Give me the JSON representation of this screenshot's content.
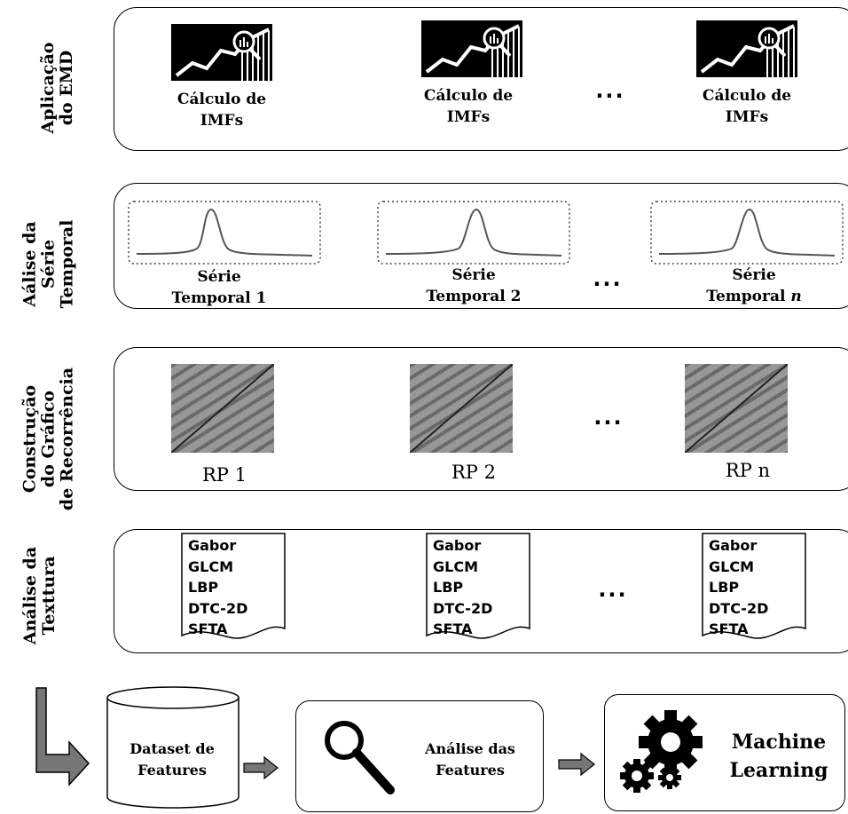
{
  "stages": {
    "emd": {
      "label": "Aplicação\ndo EMD",
      "items": [
        "Cálculo de\nIMFs",
        "Cálculo de\nIMFs",
        "Cálculo de\nIMFs"
      ],
      "ellipsis": "..."
    },
    "series": {
      "label": "Aálise da\nSérie\nTemporal",
      "items": [
        {
          "line1": "Série",
          "line2": "Temporal 1"
        },
        {
          "line1": "Série",
          "line2": "Temporal 2"
        },
        {
          "line1": "Série",
          "line2": "Temporal ",
          "line2_italic": "n"
        }
      ],
      "ellipsis": "..."
    },
    "recurrence": {
      "label": "Construção\ndo Gráfico\nde Recorrência",
      "items": [
        "RP 1",
        "RP 2",
        "RP n"
      ],
      "ellipsis": "..."
    },
    "texture": {
      "label": "Análise da\nTexttura",
      "features": [
        "Gabor",
        "GLCM",
        "LBP",
        "DTC-2D",
        "SFTA"
      ],
      "ellipsis": "..."
    }
  },
  "bottom": {
    "dataset": "Dataset de\nFeatures",
    "analysis": "Análise das\nFeatures",
    "ml": "Machine\nLearning"
  },
  "icons": {
    "emd": "chart-magnifier-icon",
    "search": "magnifier-icon",
    "ml": "gears-icon",
    "db": "database-icon"
  }
}
